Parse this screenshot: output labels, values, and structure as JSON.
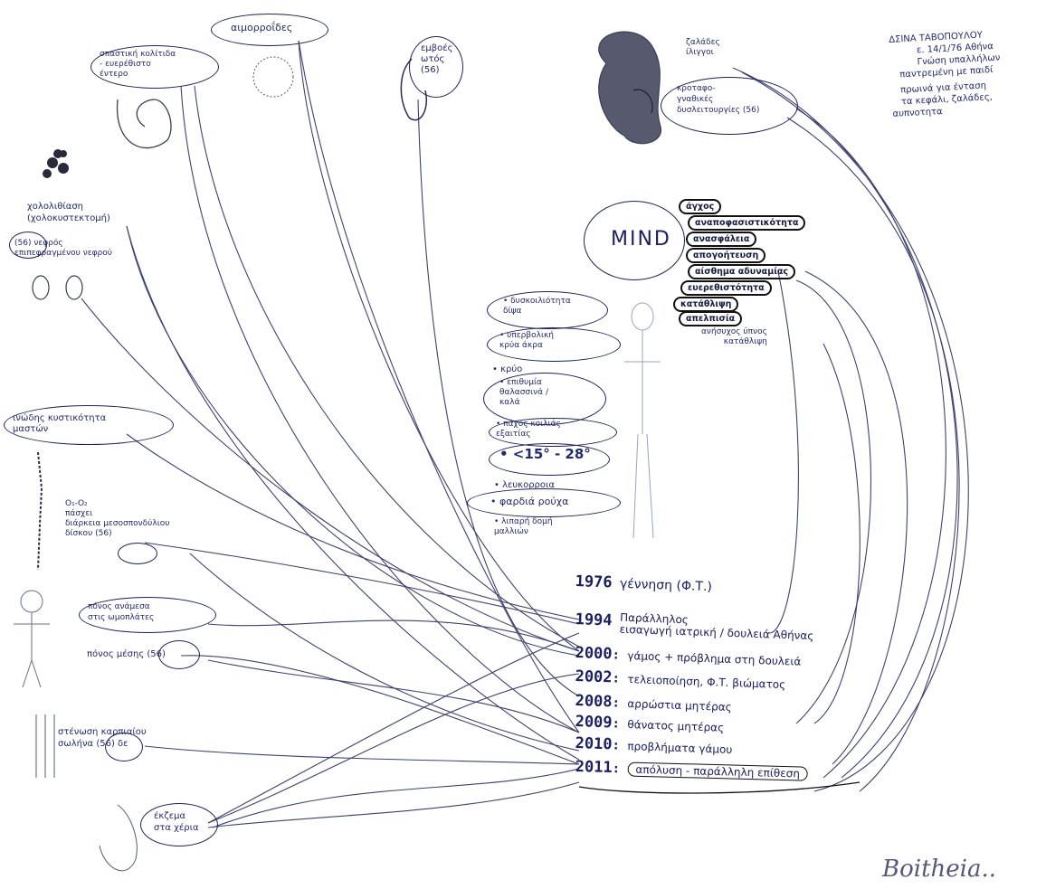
{
  "header_note": [
    "ΔΣΙΝΑ ΤΑΒΟΠΟΥΛΟΥ",
    "ε. 14/1/76 Αθήνα",
    "Γνώση υπαλλήλων",
    "παντρεμένη με παιδί",
    "πρωινά για ένταση",
    "τα κεφάλι, ζαλάδες,",
    "αυπνοτητα"
  ],
  "body_nodes": {
    "hairs": "ζαλάδες\nίλιγγοι",
    "jaw": "κροταφο-\nγναθικές\nδυσλειτουργίες (56)",
    "ear": "εμβοές\nωτός\n(56)",
    "hemorrhoids": "αιμορροΐδες",
    "colon": "σπαστική κολίτιδα\n- ευερέθιστο\nέντερο",
    "gallbladder": "χολολιθίαση\n(χολοκυστεκτομή)",
    "kidney": "(56) νεφρός\nεπιπεφραγμένου νεφρού",
    "breast": "ινώδης κυστικότητα\nμαστών",
    "spine": "Ο₁-Ο₂\nπάσχει\nδιάρκεια μεσοσπονδύλιου\nδίσκου (56)",
    "back_pain": "πόνος ανάμεσα\nστις ωμοπλάτες",
    "waist_pain": "πόνος μέσης (56)",
    "wrist": "στένωση καρπιαίου\nσωλήνα (56) δε",
    "hand": "έκζεμα\nστα χέρια"
  },
  "mind": {
    "label": "MIND",
    "items": [
      "άγχος",
      "αναποφασιστικότητα",
      "ανασφάλεια",
      "απογοήτευση",
      "αίσθημα αδυναμίας",
      "ευερεθιστότητα",
      "κατάθλιψη",
      "απελπισία"
    ],
    "tail": "ανήσυχος ύπνος\nκατάθλιψη"
  },
  "physical_notes": [
    "• δυσκοιλιότητα\nδίψα",
    "• υπερβολική\nκρύα άκρα",
    "• κρύο",
    "• επιθυμία\nθαλασσινά /\nκαλά",
    "• πάχος κοιλιάς\nεξαιτίας",
    "• <15° - 28°",
    "• λευκορροια",
    "• φαρδιά ρούχα",
    "• λιπαρή δομή\nμαλλιών"
  ],
  "timeline": [
    {
      "year": "1976",
      "text": "γέννηση (Φ.Τ.)"
    },
    {
      "year": "1994",
      "text": "Παράλληλος\nεισαγωγή ιατρική / δουλειά Αθήνας"
    },
    {
      "year": "2000",
      "text": "γάμος + πρόβλημα στη δουλειά"
    },
    {
      "year": "2002",
      "text": "τελειοποίηση, Φ.Τ. βιώματος"
    },
    {
      "year": "2008",
      "text": "αρρώστια μητέρας"
    },
    {
      "year": "2009",
      "text": "θάνατος μητέρας"
    },
    {
      "year": "2010",
      "text": "προβλήματα γάμου"
    },
    {
      "year": "2011",
      "text": "απόλυση - παράλληλη επίθεση"
    }
  ],
  "signature": "Boitheia.."
}
